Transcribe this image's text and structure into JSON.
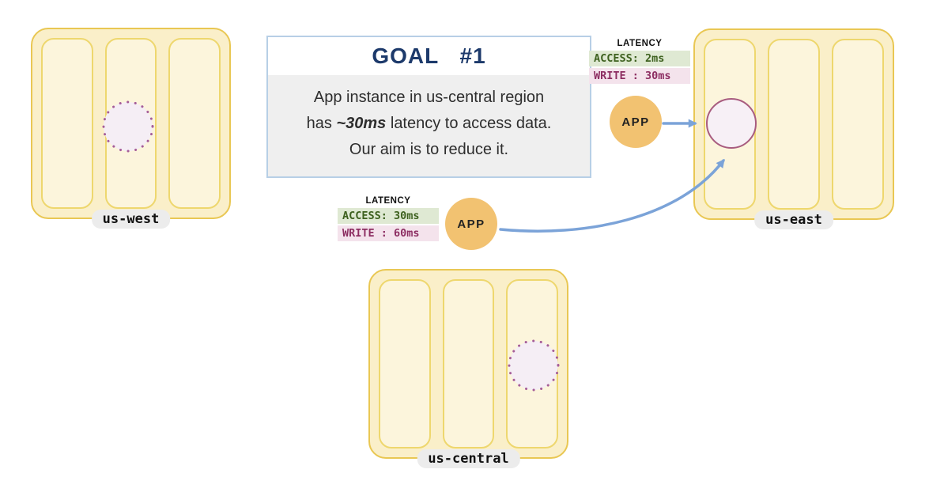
{
  "goal": {
    "title": "GOAL #1",
    "body_line1": "App instance in us-central region",
    "body_line2_pre": "has ",
    "body_line2_emphasis": "~30ms",
    "body_line2_post": " latency to access data.",
    "body_line3": "Our aim is to reduce it."
  },
  "regions": {
    "us_west": {
      "label": "us-west"
    },
    "us_east": {
      "label": "us-east"
    },
    "us_central": {
      "label": "us-central"
    }
  },
  "apps": {
    "us_east_app": {
      "label": "APP"
    },
    "us_central_app": {
      "label": "APP"
    }
  },
  "latency_us_east_app": {
    "title": "LATENCY",
    "access": "ACCESS: 2ms",
    "write": "WRITE : 30ms"
  },
  "latency_us_central_app": {
    "title": "LATENCY",
    "access": "ACCESS: 30ms",
    "write": "WRITE : 60ms"
  },
  "icons": {
    "data_circle": "solid circle = data location",
    "placeholder_circle": "dotted circle = potential data placement",
    "arrow": "blue access arrow"
  },
  "colors": {
    "region_fill": "#faefc9",
    "region_border": "#e9c753",
    "slot_fill": "#fcf5dc",
    "slot_border": "#eed76e",
    "app_fill": "#f2c271",
    "data_circle_border": "#a85c7f",
    "data_circle_fill": "#f7f0f6",
    "dotted_circle_color": "#a55d99",
    "arrow_blue": "#7ba3d8",
    "goal_border": "#b7cfe6",
    "goal_title_text": "#1d3a6b",
    "goal_body_bg": "#efefef",
    "access_bg": "#dfe9d3",
    "access_text": "#3e611f",
    "write_bg": "#f4e3ec",
    "write_text": "#8d2e62",
    "label_pill_bg": "#ececec"
  }
}
